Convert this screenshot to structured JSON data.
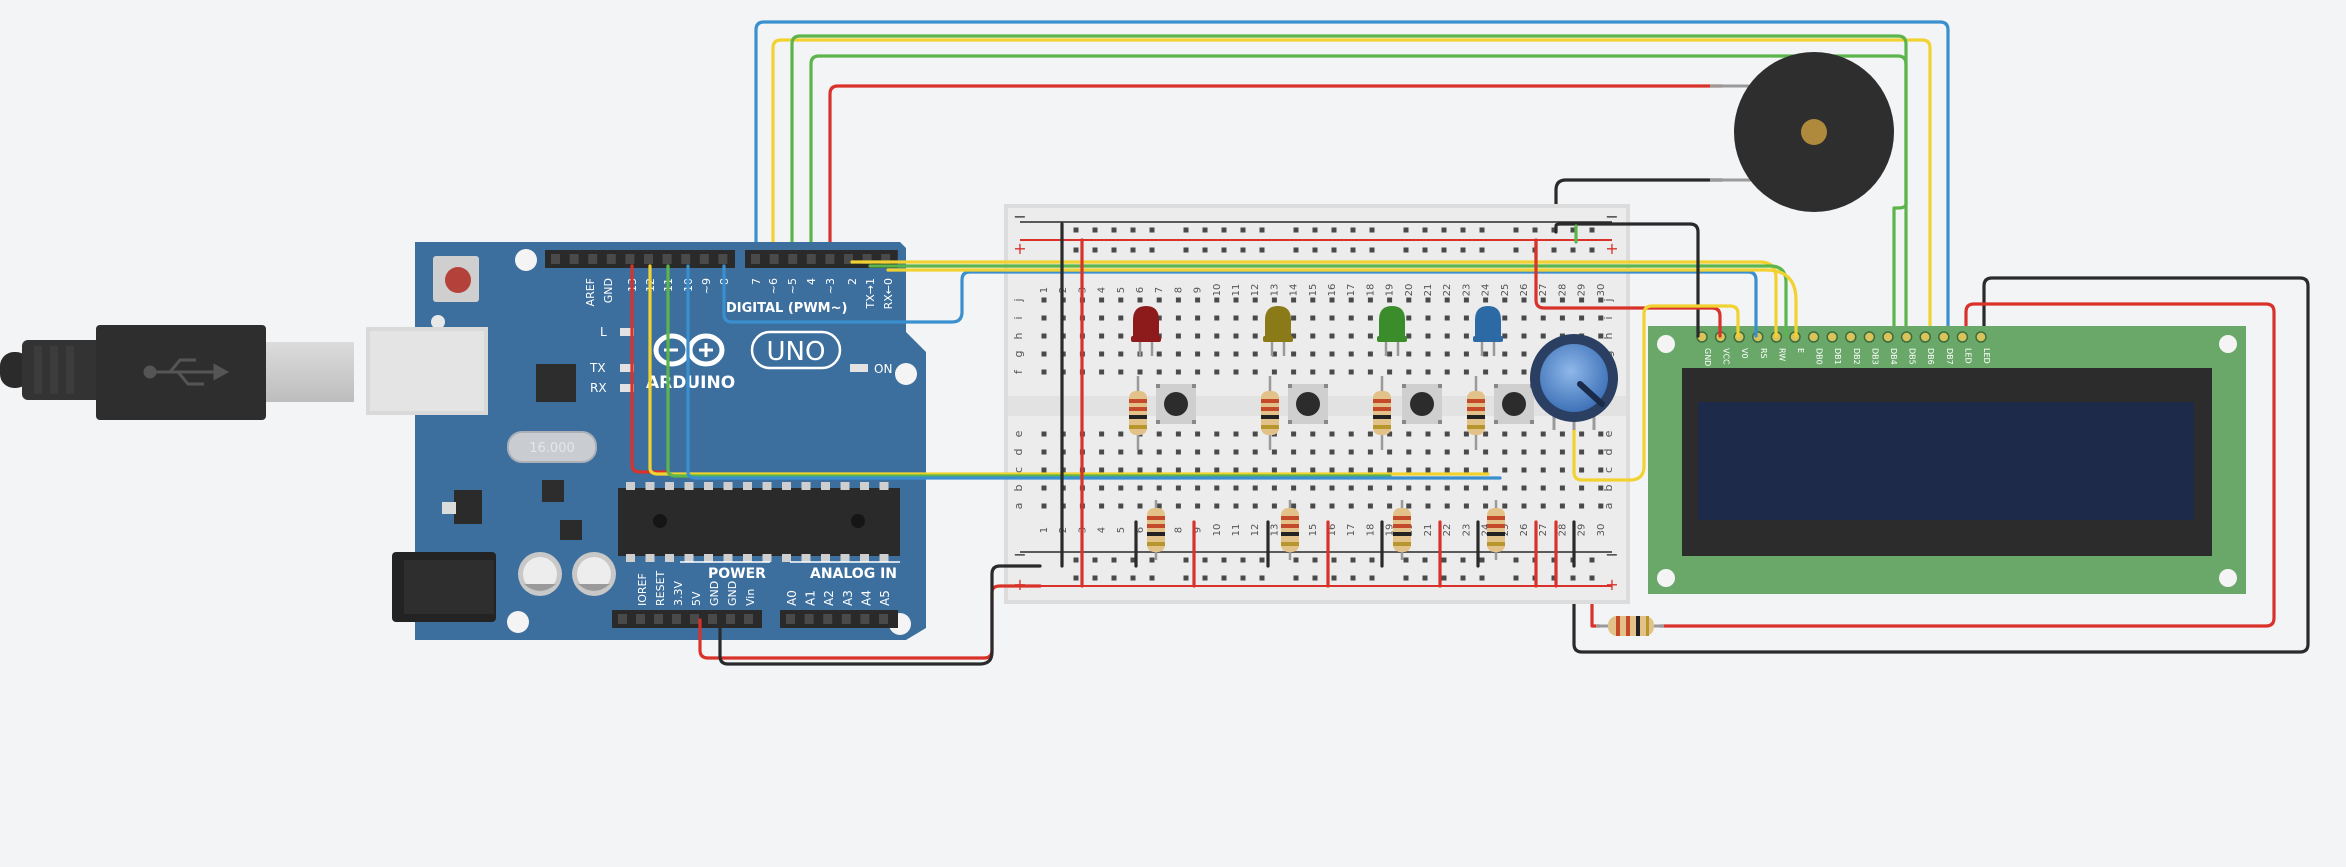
{
  "arduino": {
    "brand": "ARDUINO",
    "model": "UNO",
    "header_digital": "DIGITAL (PWM~)",
    "header_power": "POWER",
    "header_analog": "ANALOG IN",
    "on_label": "ON",
    "l_label": "L",
    "tx_label": "TX",
    "rx_label": "RX",
    "crystal_label": "16.000",
    "digital_pins": [
      "AREF",
      "GND",
      "13",
      "12",
      "~11",
      "~10",
      "~9",
      "8",
      "7",
      "~6",
      "~5",
      "4",
      "~3",
      "2",
      "TX→1",
      "RX←0"
    ],
    "power_pins": [
      "IOREF",
      "RESET",
      "3.3V",
      "5V",
      "GND",
      "GND",
      "Vin"
    ],
    "analog_pins": [
      "A0",
      "A1",
      "A2",
      "A3",
      "A4",
      "A5"
    ]
  },
  "breadboard": {
    "row_letters_top": [
      "j",
      "i",
      "h",
      "g",
      "f"
    ],
    "row_letters_bottom": [
      "e",
      "d",
      "c",
      "b",
      "a"
    ],
    "column_numbers": [
      "1",
      "2",
      "3",
      "4",
      "5",
      "6",
      "7",
      "8",
      "9",
      "10",
      "11",
      "12",
      "13",
      "14",
      "15",
      "16",
      "17",
      "18",
      "19",
      "20",
      "21",
      "22",
      "23",
      "24",
      "25",
      "26",
      "27",
      "28",
      "29",
      "30"
    ],
    "rail_plus": "+",
    "rail_minus": "−"
  },
  "lcd": {
    "pins": [
      "GND",
      "VCC",
      "V0",
      "RS",
      "RW",
      "E",
      "DB0",
      "DB1",
      "DB2",
      "DB3",
      "DB4",
      "DB5",
      "DB6",
      "DB7",
      "LED",
      "LED"
    ]
  },
  "colors": {
    "wire_blue": "#3a8fcf",
    "wire_yellow": "#f2d230",
    "wire_green": "#5cb54a",
    "wire_red": "#d9322b",
    "wire_black": "#2a2a2a",
    "board_blue": "#3d6f9e",
    "lcd_green": "#6aa86a",
    "led_red": "#8e1b1b",
    "led_yellow": "#8a7a18",
    "led_green": "#3a8d2a",
    "led_blue": "#2c6aa6"
  }
}
